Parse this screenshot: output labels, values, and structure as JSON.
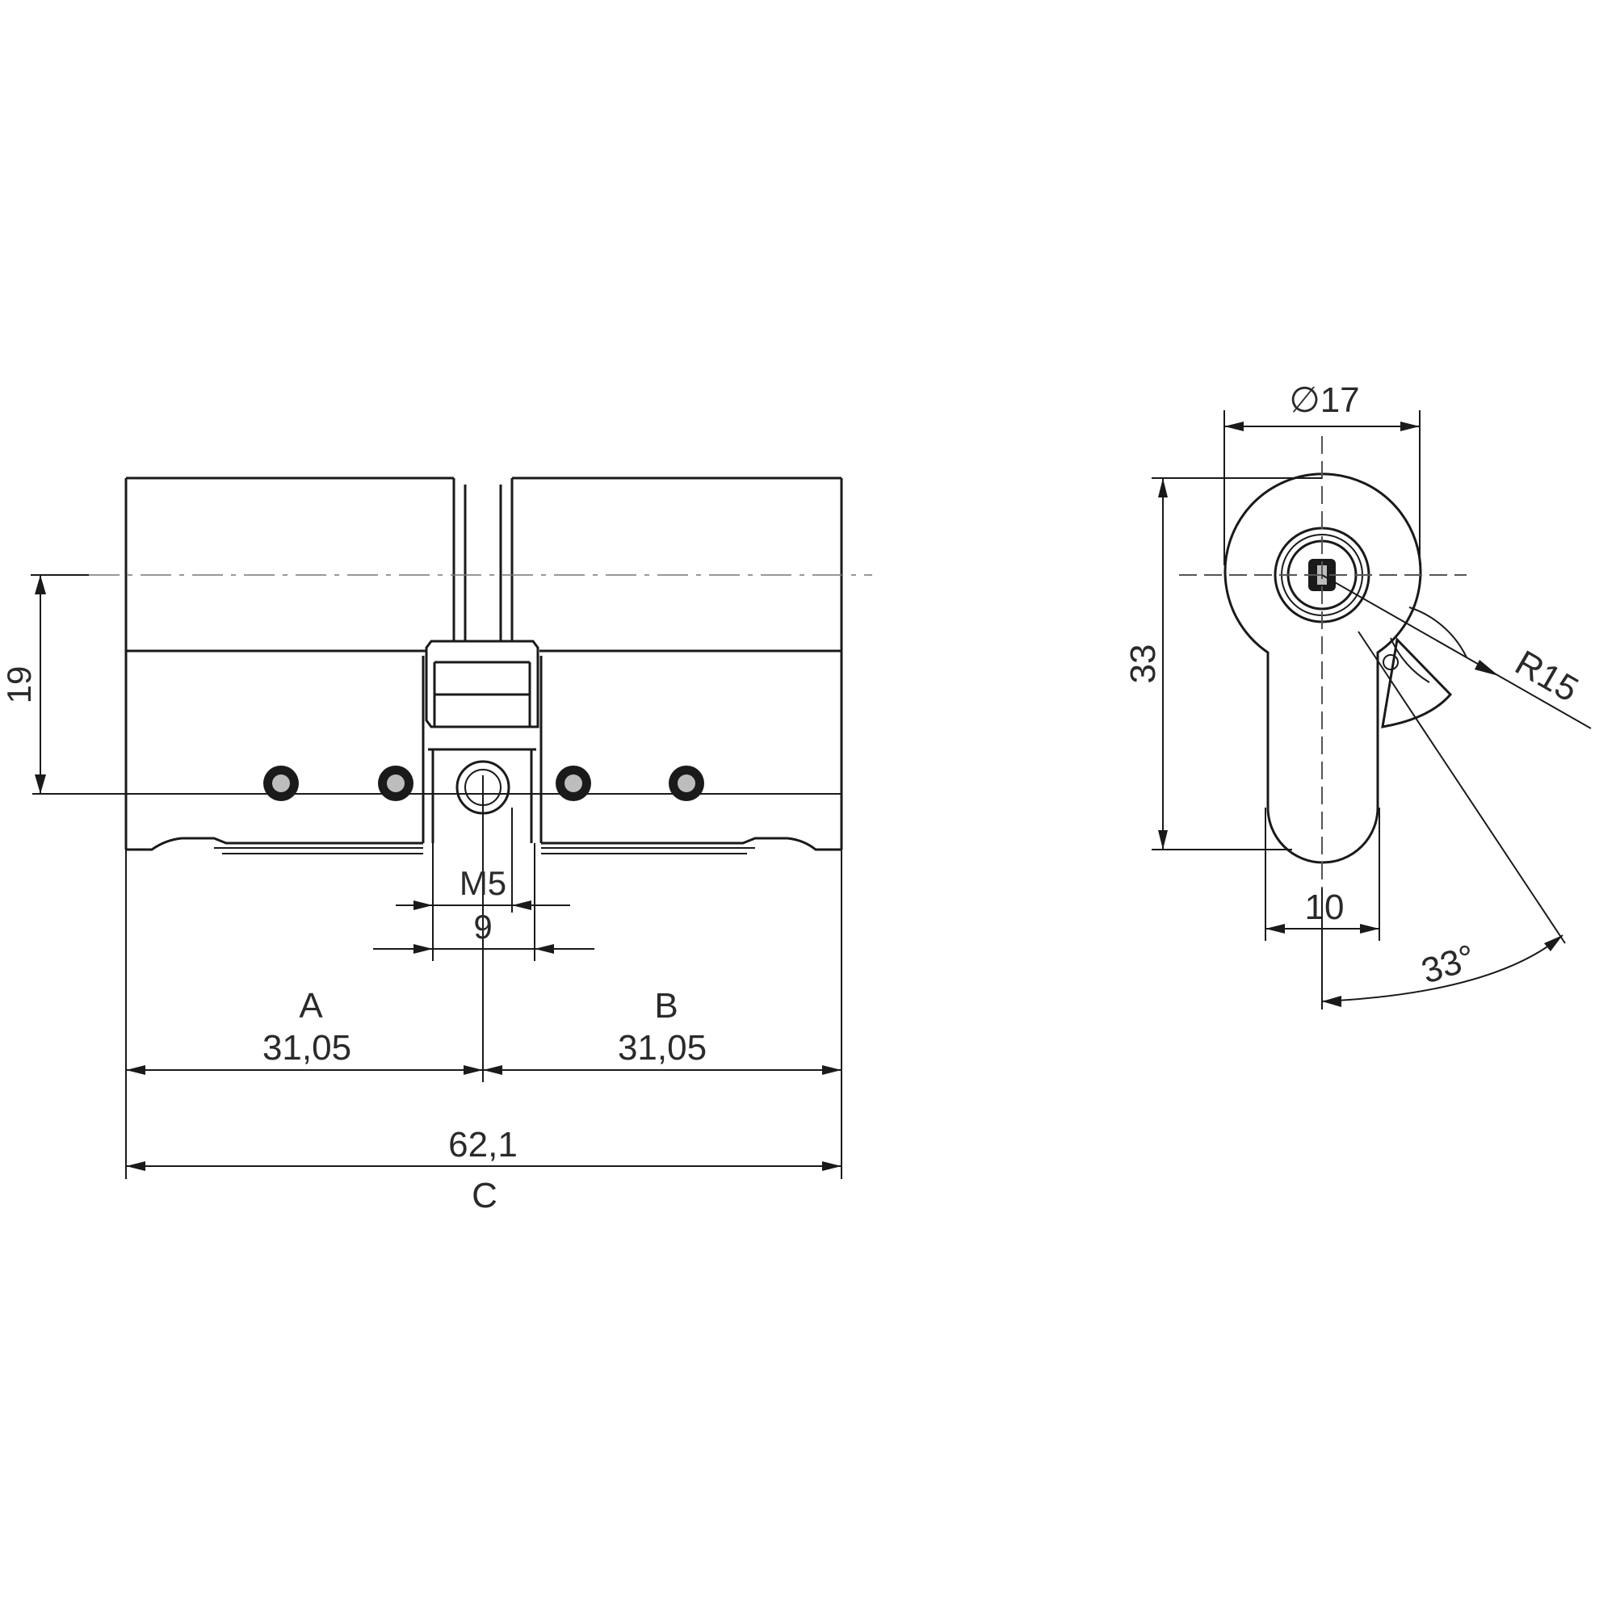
{
  "side_view": {
    "label_a": "A",
    "value_a": "31,05",
    "label_b": "B",
    "value_b": "31,05",
    "total_value": "62,1",
    "label_c": "C",
    "thread": "M5",
    "cam_width": "9",
    "axis_height": "19"
  },
  "front_view": {
    "diameter": "∅17",
    "height": "33",
    "radius": "R15",
    "bottom_width": "10",
    "angle": "33°"
  },
  "colors": {
    "line": "#1a1a1a",
    "centerline": "#777777",
    "background": "#ffffff"
  }
}
